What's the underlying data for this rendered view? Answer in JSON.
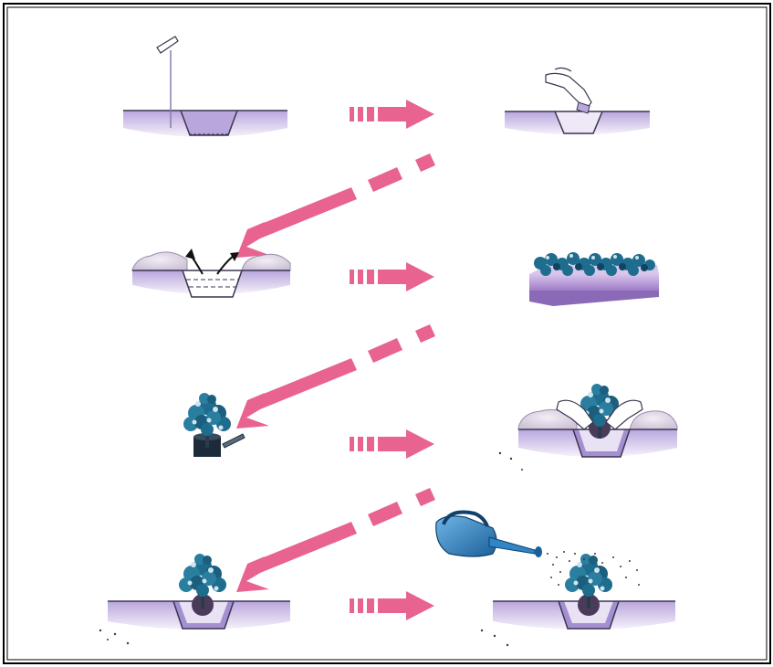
{
  "diagram": {
    "steps": [
      {
        "id": 1,
        "icon": "stake-marked-hole-icon"
      },
      {
        "id": 2,
        "icon": "hand-digging-hole-icon"
      },
      {
        "id": 3,
        "icon": "loosened-soil-hole-icon"
      },
      {
        "id": 4,
        "icon": "seedling-tray-icon"
      },
      {
        "id": 5,
        "icon": "potted-seedling-icon"
      },
      {
        "id": 6,
        "icon": "hands-placing-seedling-icon"
      },
      {
        "id": 7,
        "icon": "planted-seedling-icon"
      },
      {
        "id": 8,
        "icon": "watering-can-icon"
      }
    ],
    "colors": {
      "arrow": "#e8638f",
      "soil_shadow": "#b9a6dd",
      "soil_light": "#efe8f6",
      "hole_wall": "#a48fd1",
      "foliage": "#1f6d8e",
      "foliage_dark": "#0f4560",
      "tray": "#b48ed6",
      "can": "#2e86c9",
      "border": "#000000"
    }
  }
}
